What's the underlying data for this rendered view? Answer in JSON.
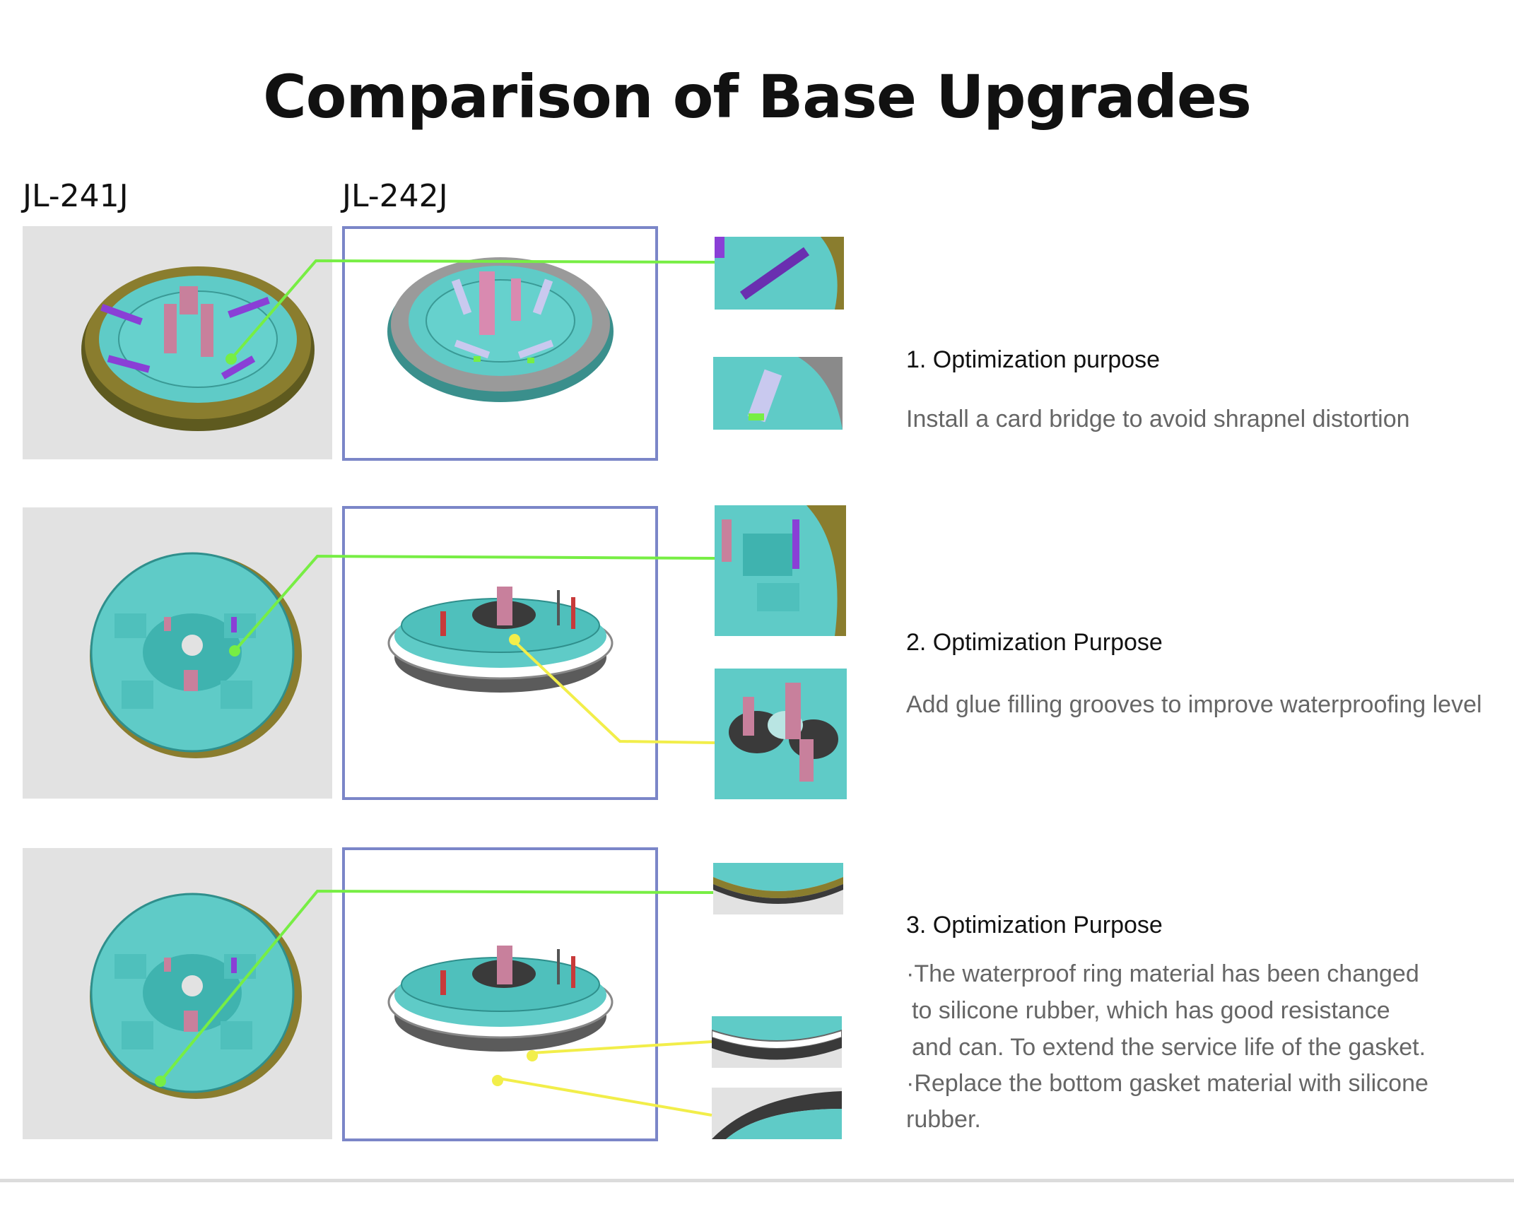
{
  "page": {
    "title": "Comparison of Base Upgrades",
    "models": {
      "old": "JL-241J",
      "new": "JL-242J"
    }
  },
  "rows": [
    {
      "heading": "1. Optimization purpose",
      "description": "Install a card bridge to avoid shrapnel distortion"
    },
    {
      "heading": "2. Optimization Purpose",
      "description": "Add glue filling grooves to improve waterproofing level"
    },
    {
      "heading": "3. Optimization Purpose",
      "bullets": [
        "·The waterproof ring material has been changed",
        "  to silicone rubber, which has good resistance",
        "  and can. To extend the service life of the gasket.",
        "·Replace the bottom gasket material with silicone",
        " rubber."
      ]
    }
  ],
  "colors": {
    "teal": "#5fcbc7",
    "teal_dark": "#2f8f8c",
    "olive_ring": "#8a7d2e",
    "gray_ring": "#8a8a8a",
    "purple_clip": "#8a3fd6",
    "pink_terminal": "#c8809c",
    "green_connector": "#77ee44",
    "yellow_connector": "#f2ee4a",
    "frame_blue": "#7b86c8",
    "panel_gray": "#e2e2e2"
  }
}
